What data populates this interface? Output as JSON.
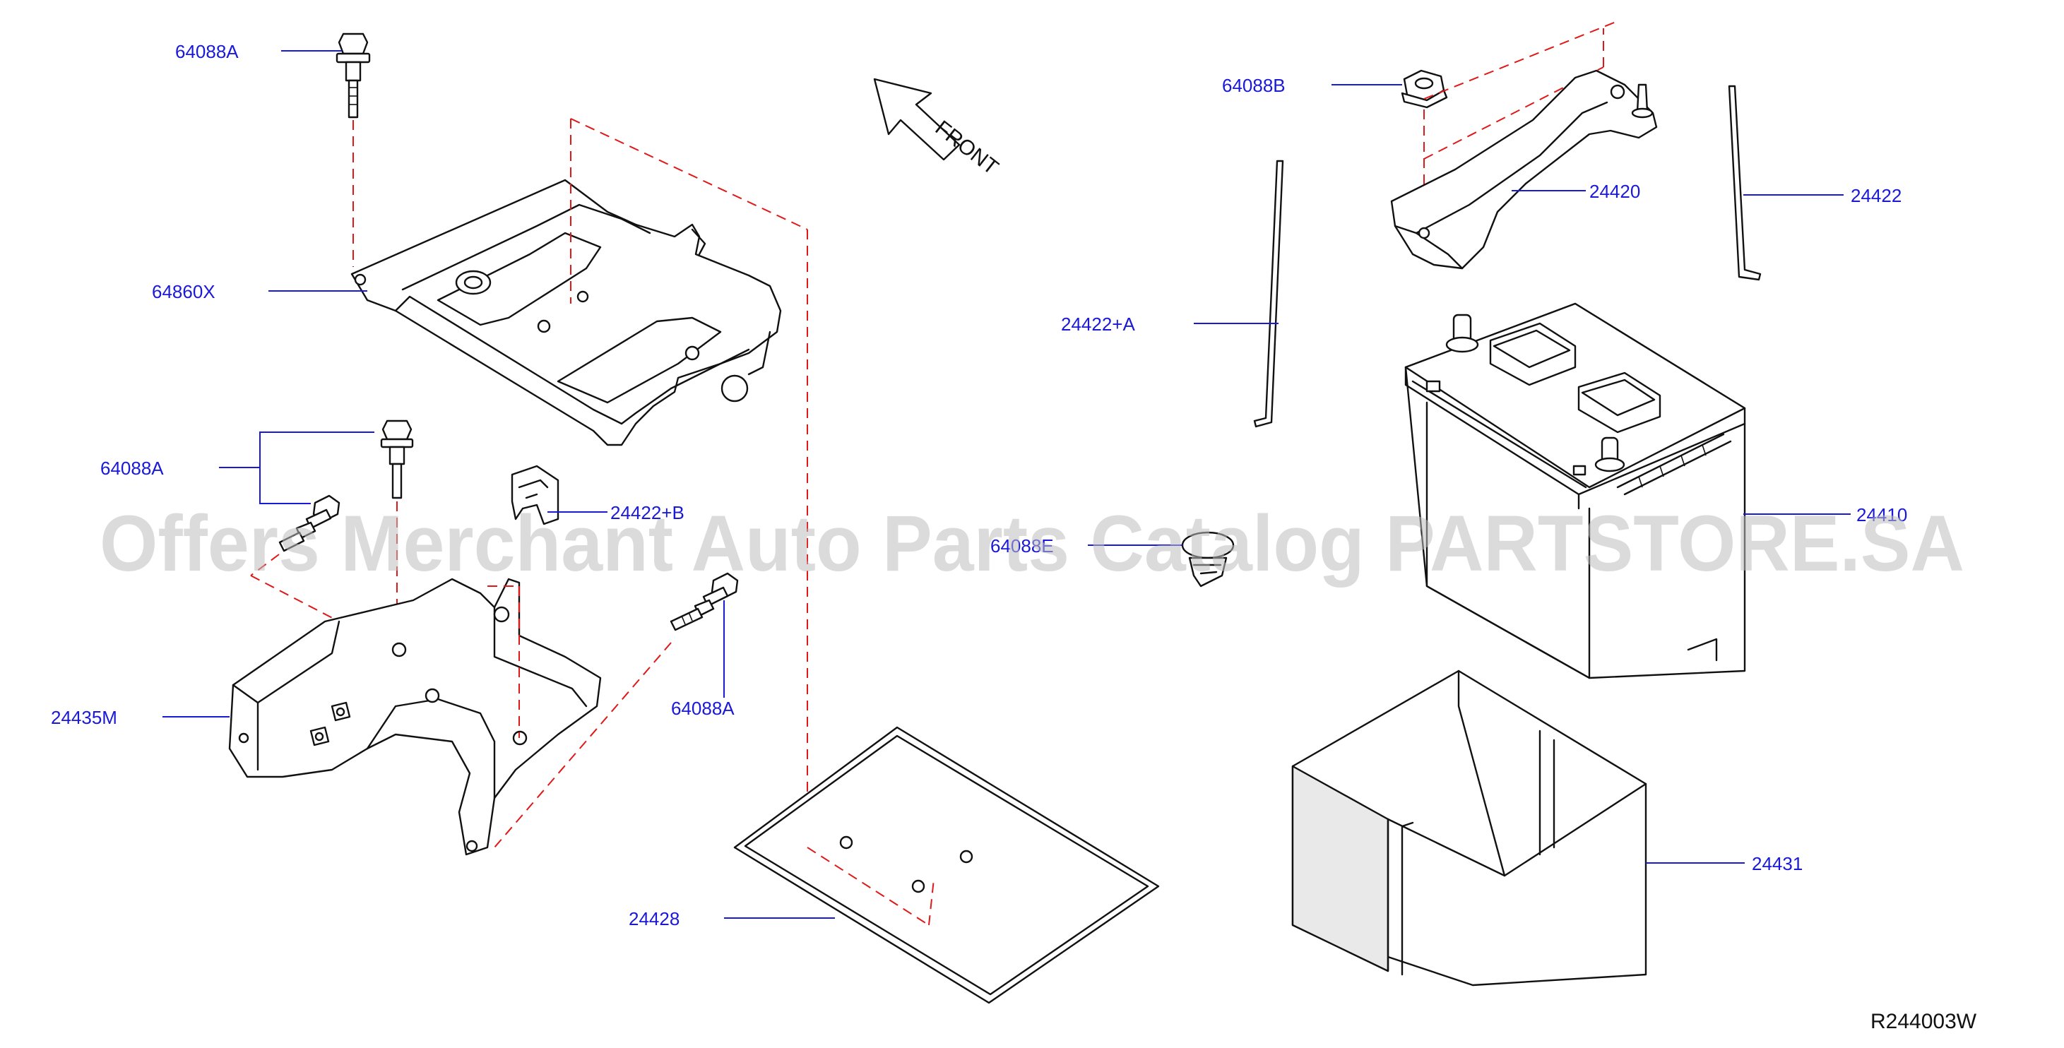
{
  "diagram": {
    "reference_code": "R244003W",
    "front_indicator": "FRONT",
    "watermark": "Offers Merchant Auto Parts Catalog PARTSTORE.SA",
    "labels": {
      "p64088a_top": "64088A",
      "p64860x": "64860X",
      "p64088a_left": "64088A",
      "p24422b": "24422+B",
      "p24435m": "24435M",
      "p64088a_bottom": "64088A",
      "p24428": "24428",
      "p64088b": "64088B",
      "p24420": "24420",
      "p24422": "24422",
      "p24422a": "24422+A",
      "p64088e": "64088E",
      "p24410": "24410",
      "p24431": "24431"
    }
  }
}
